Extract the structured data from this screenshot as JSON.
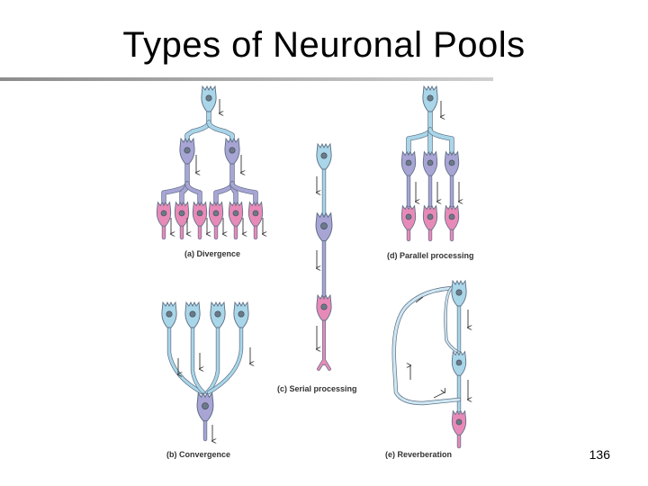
{
  "slide": {
    "title": "Types of Neuronal Pools",
    "page_number": "136"
  },
  "colors": {
    "presynaptic": "#a9d6e8",
    "intermediate": "#a8a4d4",
    "postsynaptic": "#e88ab8",
    "outline": "#5d6f86",
    "arrow": "#333333"
  },
  "panels": {
    "divergence": "(a) Divergence",
    "convergence": "(b) Convergence",
    "serial": "(c) Serial  processing",
    "parallel": "(d) Parallel processing",
    "reverberation": "(e) Reverberation"
  }
}
